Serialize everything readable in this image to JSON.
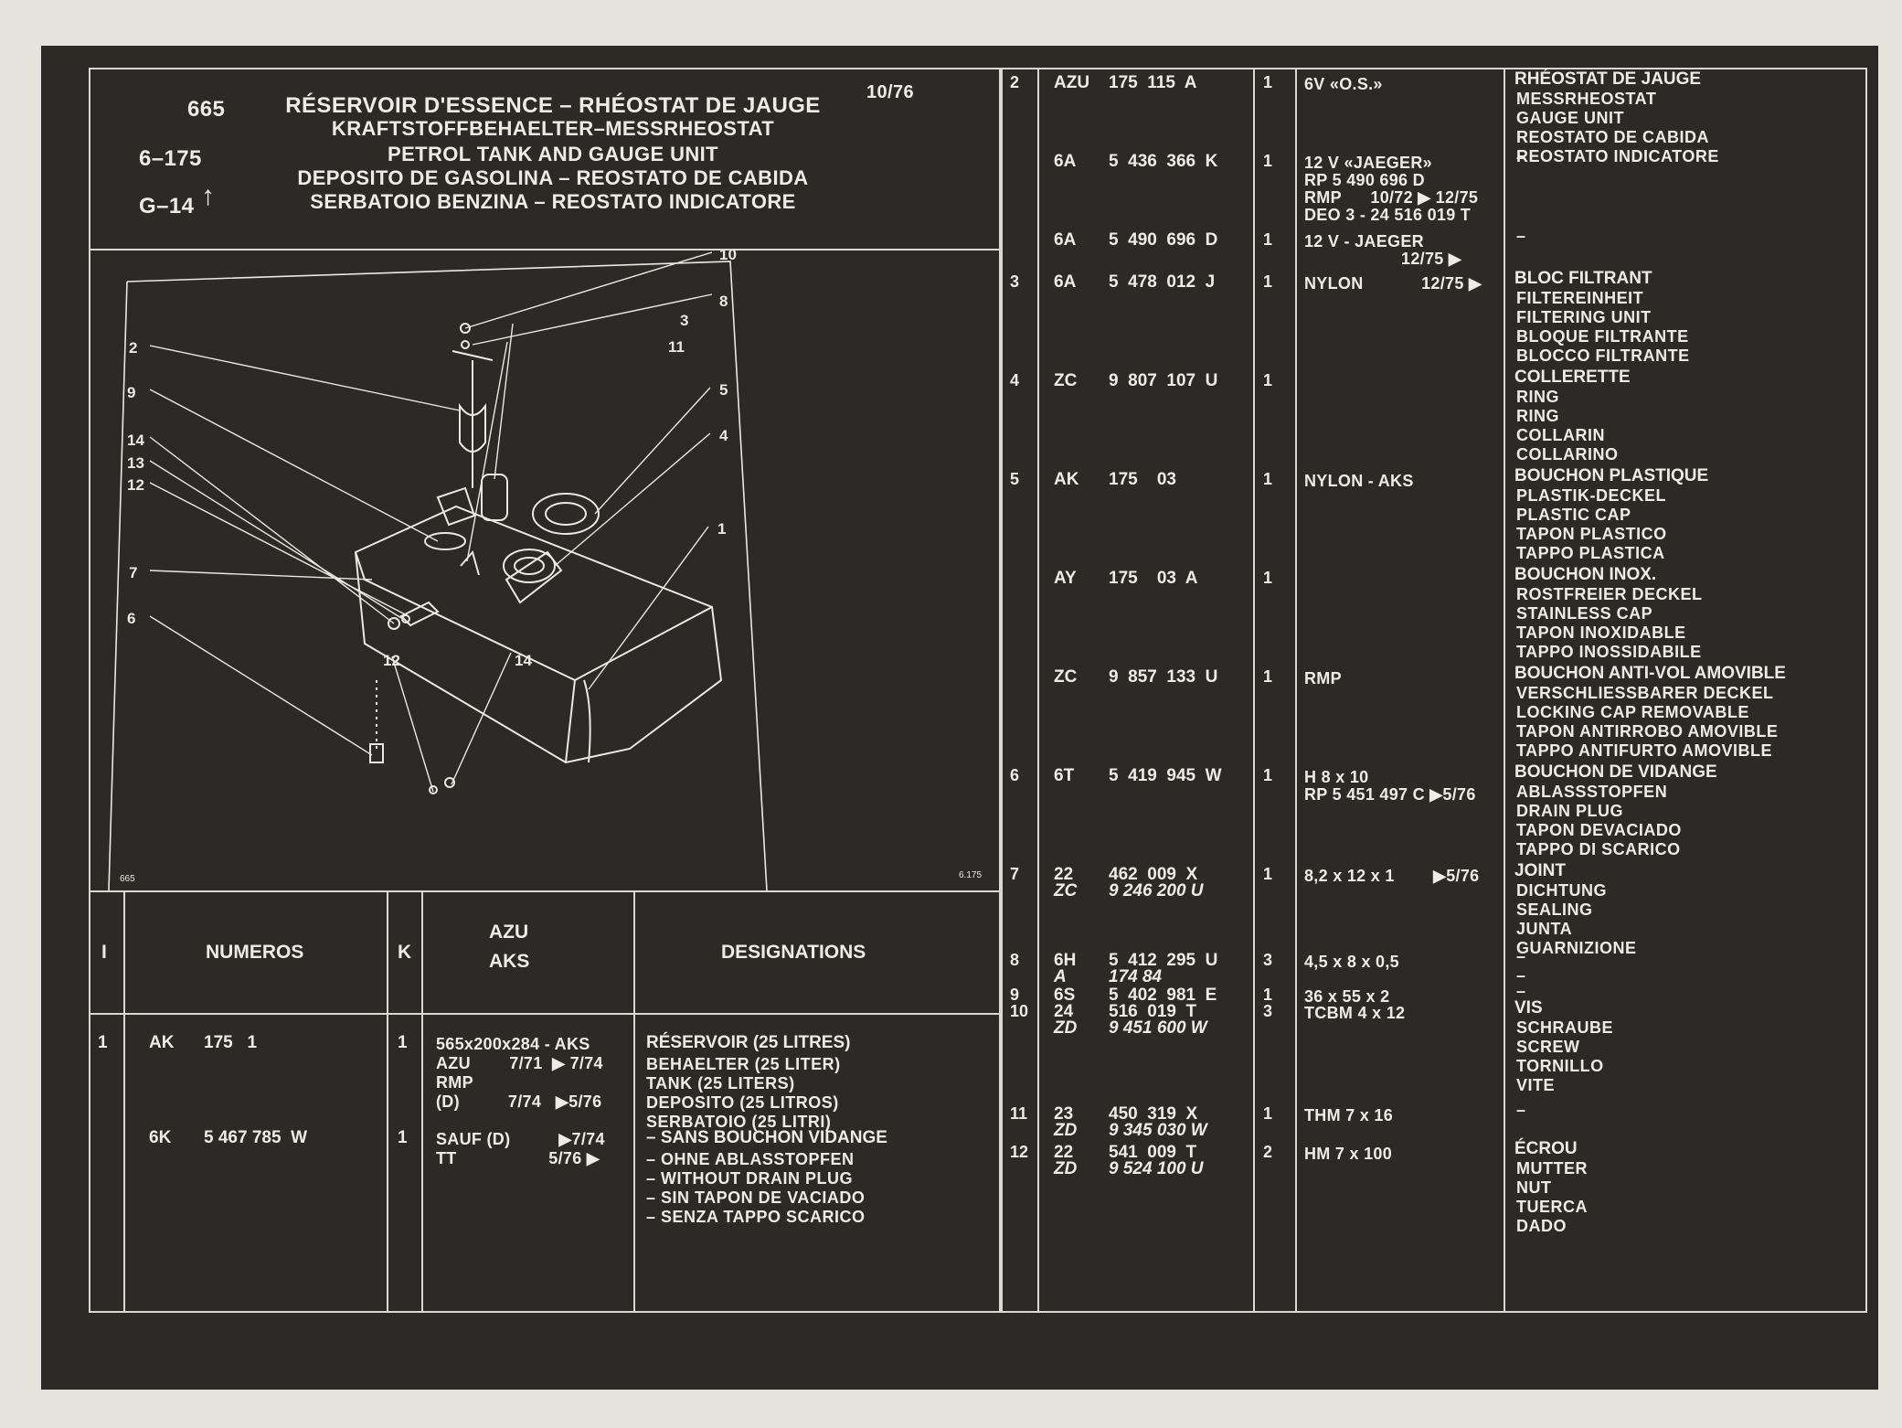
{
  "header": {
    "number": "665",
    "date": "10/76",
    "ref1": "6–175",
    "ref2": "G–14",
    "titles": [
      "RÉSERVOIR D'ESSENCE – RHÉOSTAT DE JAUGE",
      "KRAFTSTOFFBEHAELTER–MESSRHEOSTAT",
      "PETROL TANK AND GAUGE UNIT",
      "DEPOSITO DE GASOLINA – REOSTATO DE CABIDA",
      "SERBATOIO BENZINA – REOSTATO INDICATORE"
    ]
  },
  "diagram": {
    "corner_left": "665",
    "corner_right": "6.175",
    "callouts": [
      "10",
      "8",
      "3",
      "2",
      "11",
      "9",
      "5",
      "4",
      "14",
      "13",
      "12",
      "1",
      "7",
      "6",
      "12",
      "14"
    ]
  },
  "legend": {
    "col_i": "I",
    "col_numeros": "NUMEROS",
    "col_k": "K",
    "col_variant_1": "AZU",
    "col_variant_2": "AKS",
    "col_designations": "DESIGNATIONS"
  },
  "left_rows": [
    {
      "i": "1",
      "code": "AK",
      "num": "175   1",
      "k": "1",
      "variant": [
        "565x200x284 - AKS",
        "AZU        7/71  ▶ 7/74",
        "RMP",
        "(D)          7/74   ▶5/76"
      ],
      "desig_bold": "RÉSERVOIR (25 LITRES)",
      "desig": [
        "BEHAELTER (25 LITER)",
        "TANK (25 LITERS)",
        "DEPOSITO (25 LITROS)",
        "SERBATOIO (25 LITRI)"
      ]
    },
    {
      "i": "",
      "code": "6K",
      "num": "5 467 785  W",
      "k": "1",
      "variant": [
        "SAUF (D)          ▶7/74",
        "TT                   5/76 ▶"
      ],
      "desig_bold": "– SANS BOUCHON VIDANGE",
      "desig": [
        "– OHNE ABLASSTOPFEN",
        "– WITHOUT DRAIN PLUG",
        "– SIN TAPON DE VACIADO",
        "– SENZA TAPPO SCARICO"
      ]
    }
  ],
  "right_rows": [
    {
      "i": "2",
      "code": "AZU",
      "num": "175  115  A",
      "k": "1",
      "variant": [
        "6V «O.S.»"
      ],
      "desig_bold": "RHÉOSTAT DE JAUGE",
      "desig": [
        "MESSRHEOSTAT",
        "GAUGE UNIT",
        "REOSTATO DE CABIDA",
        "REOSTATO INDICATORE"
      ]
    },
    {
      "i": "",
      "code": "6A",
      "num": "5  436  366  K",
      "k": "1",
      "variant": [
        "12 V «JAEGER»",
        "RP 5 490 696 D",
        "RMP      10/72 ▶ 12/75",
        "DEO 3 - 24 516 019 T"
      ],
      "desig_bold": "",
      "desig": [
        "–"
      ]
    },
    {
      "i": "",
      "code": "6A",
      "num": "5  490  696  D",
      "k": "1",
      "variant": [
        "12 V - JAEGER",
        "                    12/75 ▶"
      ],
      "desig_bold": "",
      "desig": [
        "–"
      ]
    },
    {
      "i": "3",
      "code": "6A",
      "num": "5  478  012  J",
      "k": "1",
      "variant": [
        "NYLON            12/75 ▶"
      ],
      "desig_bold": "BLOC FILTRANT",
      "desig": [
        "FILTEREINHEIT",
        "FILTERING UNIT",
        "BLOQUE FILTRANTE",
        "BLOCCO FILTRANTE"
      ]
    },
    {
      "i": "4",
      "code": "ZC",
      "num": "9  807  107  U",
      "k": "1",
      "variant": [],
      "desig_bold": "COLLERETTE",
      "desig": [
        "RING",
        "RING",
        "COLLARIN",
        "COLLARINO"
      ]
    },
    {
      "i": "5",
      "code": "AK",
      "num": "175    03",
      "k": "1",
      "variant": [
        "NYLON - AKS"
      ],
      "desig_bold": "BOUCHON PLASTIQUE",
      "desig": [
        "PLASTIK-DECKEL",
        "PLASTIC CAP",
        "TAPON PLASTICO",
        "TAPPO PLASTICA"
      ]
    },
    {
      "i": "",
      "code": "AY",
      "num": "175    03  A",
      "k": "1",
      "variant": [],
      "desig_bold": "BOUCHON INOX.",
      "desig": [
        "ROSTFREIER DECKEL",
        "STAINLESS CAP",
        "TAPON INOXIDABLE",
        "TAPPO INOSSIDABILE"
      ]
    },
    {
      "i": "",
      "code": "ZC",
      "num": "9  857  133  U",
      "k": "1",
      "variant": [
        "RMP"
      ],
      "desig_bold": "BOUCHON ANTI-VOL AMOVIBLE",
      "desig": [
        "VERSCHLIESSBARER DECKEL",
        "LOCKING CAP REMOVABLE",
        "TAPON ANTIRROBO AMOVIBLE",
        "TAPPO ANTIFURTO AMOVIBLE"
      ]
    },
    {
      "i": "6",
      "code": "6T",
      "num": "5  419  945  W",
      "k": "1",
      "variant": [
        "H 8 x 10",
        "RP 5 451 497 C ▶5/76"
      ],
      "desig_bold": "BOUCHON DE VIDANGE",
      "desig": [
        "ABLASSSTOPFEN",
        "DRAIN PLUG",
        "TAPON DEVACIADO",
        "TAPPO DI SCARICO"
      ]
    },
    {
      "i": "7",
      "code": "22",
      "num": "462  009  X",
      "code2": "ZC",
      "num2": "9 246 200 U",
      "k": "1",
      "variant": [
        "8,2 x 12 x 1        ▶5/76"
      ],
      "desig_bold": "JOINT",
      "desig": [
        "DICHTUNG",
        "SEALING",
        "JUNTA",
        "GUARNIZIONE"
      ]
    },
    {
      "i": "8",
      "code": "6H",
      "num": "5  412  295  U",
      "code2": "A",
      "num2": "174    84",
      "k": "3",
      "variant": [
        "4,5 x 8 x 0,5"
      ],
      "desig_bold": "",
      "desig": [
        "–",
        "–"
      ]
    },
    {
      "i": "9",
      "code": "6S",
      "num": "5  402  981  E",
      "k": "1",
      "variant": [
        "36 x 55 x 2"
      ],
      "desig_bold": "",
      "desig": [
        "–"
      ]
    },
    {
      "i": "10",
      "code": "24",
      "num": "516  019  T",
      "code2": "ZD",
      "num2": "9 451 600 W",
      "k": "3",
      "variant": [
        "TCBM 4 x 12"
      ],
      "desig_bold": "VIS",
      "desig": [
        "SCHRAUBE",
        "SCREW",
        "TORNILLO",
        "VITE"
      ]
    },
    {
      "i": "11",
      "code": "23",
      "num": "450  319  X",
      "code2": "ZD",
      "num2": "9 345 030 W",
      "k": "1",
      "variant": [
        "THM 7 x 16"
      ],
      "desig_bold": "",
      "desig": [
        "–"
      ]
    },
    {
      "i": "12",
      "code": "22",
      "num": "541  009  T",
      "code2": "ZD",
      "num2": "9 524 100 U",
      "k": "2",
      "variant": [
        "HM 7 x 100"
      ],
      "desig_bold": "ÉCROU",
      "desig": [
        "MUTTER",
        "NUT",
        "TUERCA",
        "DADO"
      ]
    }
  ]
}
